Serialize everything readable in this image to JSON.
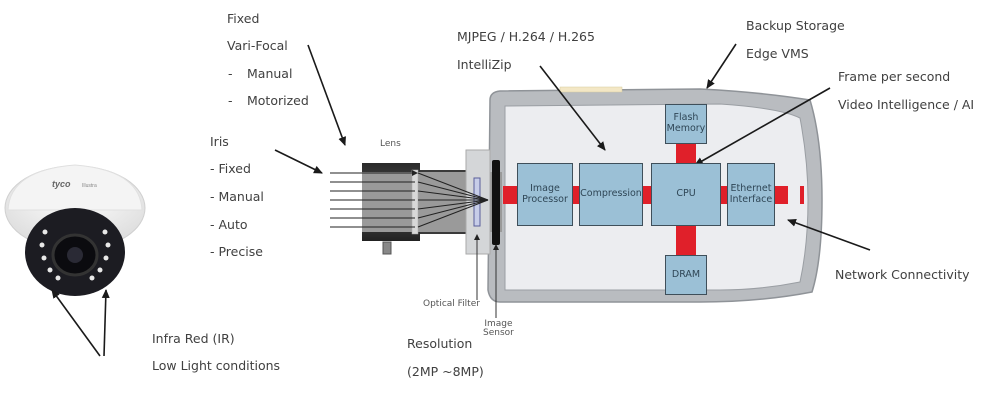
{
  "camera": {
    "brand": "tyco",
    "model": "Illustra"
  },
  "labels": {
    "focal": {
      "line1": "Fixed",
      "line2": "Vari-Focal",
      "items": [
        "Manual",
        "Motorized"
      ],
      "bullet": "-"
    },
    "iris": {
      "title": "Iris",
      "items": [
        "- Fixed",
        "- Manual",
        "- Auto",
        "- Precise"
      ]
    },
    "compression": {
      "line1": "MJPEG / H.264 / H.265",
      "line2": "IntelliZip"
    },
    "storage": {
      "line1": "Backup Storage",
      "line2": "Edge VMS"
    },
    "cpu_features": {
      "line1": "Frame per second",
      "line2": "Video Intelligence / AI"
    },
    "network": "Network Connectivity",
    "resolution": {
      "line1": "Resolution",
      "line2": "(2MP ~8MP)"
    },
    "ir": {
      "line1": "Infra Red (IR)",
      "line2": "Low Light conditions"
    }
  },
  "diagram": {
    "lens_label": "Lens",
    "optical_filter_label": "Optical Filter",
    "image_sensor_label": [
      "Image",
      "Sensor"
    ],
    "blocks": {
      "image_processor": [
        "Image",
        "Processor"
      ],
      "compression": [
        "Compression"
      ],
      "cpu": [
        "CPU"
      ],
      "ethernet": [
        "Ethernet",
        "Interface"
      ],
      "flash": [
        "Flash",
        "Memory"
      ],
      "dram": [
        "DRAM"
      ]
    },
    "colors": {
      "block": "#9bc0d6",
      "bus": "#e0202a",
      "housing": "#b9bcc0",
      "board": "#ecedf0"
    }
  }
}
